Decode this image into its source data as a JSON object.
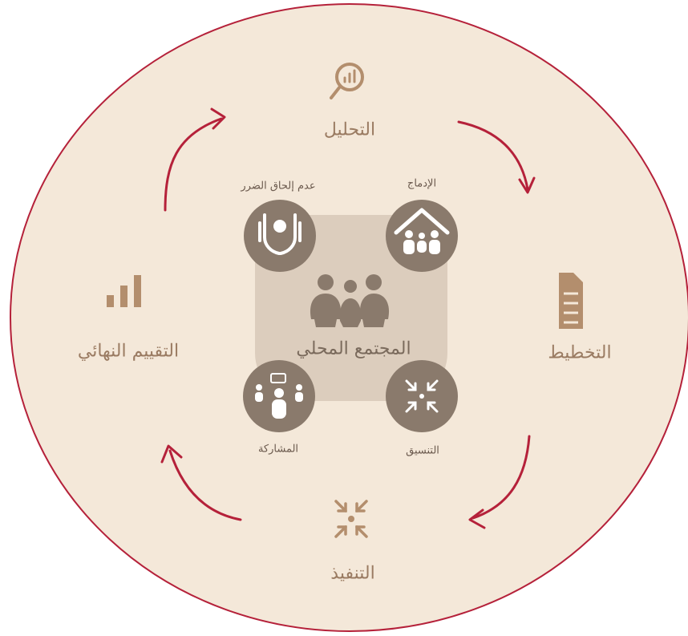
{
  "diagram": {
    "center": {
      "label": "المجتمع المحلي",
      "icon": "community-people-icon"
    },
    "stages": [
      {
        "key": "analysis",
        "label": "التحليل",
        "icon": "magnifier-chart-icon"
      },
      {
        "key": "planning",
        "label": "التخطيط",
        "icon": "document-icon"
      },
      {
        "key": "implementation",
        "label": "التنفيذ",
        "icon": "converge-arrows-icon"
      },
      {
        "key": "final_evaluation",
        "label": "التقييم النهائي",
        "icon": "bar-chart-icon"
      }
    ],
    "principles": [
      {
        "key": "inclusion",
        "label": "الإدماج",
        "icon": "house-family-icon"
      },
      {
        "key": "do_no_harm",
        "label": "عدم إلحاق الضرر",
        "icon": "hands-protect-icon"
      },
      {
        "key": "coordination",
        "label": "التنسيق",
        "icon": "converge-arrows-icon"
      },
      {
        "key": "participation",
        "label": "المشاركة",
        "icon": "group-discussion-icon"
      }
    ],
    "colors": {
      "outer_fill": "#f4e8d9",
      "outer_stroke": "#b5213a",
      "arrow": "#b5213a",
      "center_square": "#dccdbd",
      "principle_circle": "#8a7a6c",
      "stage_icon": "#b38e6d",
      "white": "#ffffff"
    }
  }
}
